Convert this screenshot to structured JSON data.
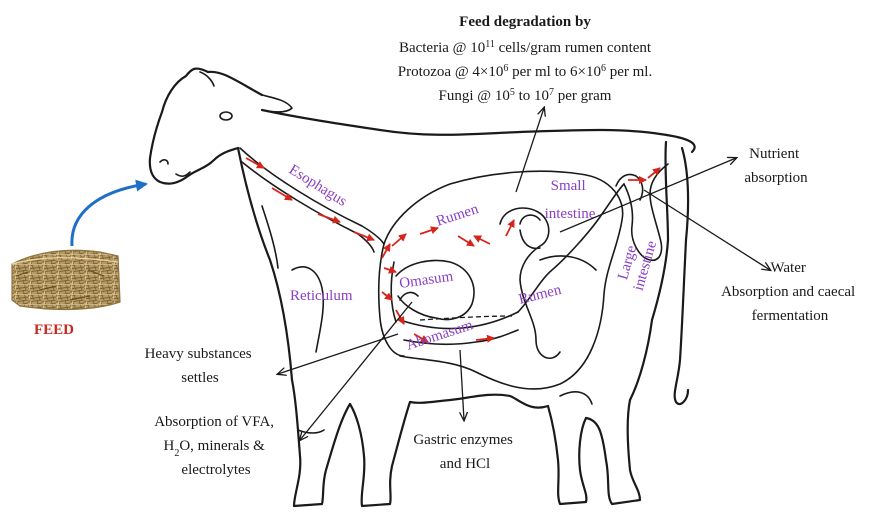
{
  "colors": {
    "organ_labels": "#8a3fc4",
    "flow_arrows": "#d6261c",
    "feed_label": "#c8281e",
    "feed_arrow": "#1f6fc7"
  },
  "feed": {
    "label": "FEED",
    "image": "hay-bale"
  },
  "top_note": {
    "title": "Feed degradation by",
    "bacteria": {
      "pre": "Bacteria @ 10",
      "sup": "11",
      "post": " cells/gram rumen content"
    },
    "protozoa": {
      "pre": "Protozoa @ 4×10",
      "sup1": "6",
      "mid": " per ml to 6×10",
      "sup2": "6",
      "post": " per ml."
    },
    "fungi": {
      "pre": "Fungi @ 10",
      "sup1": "5",
      "mid": " to 10",
      "sup2": "7",
      "post": " per gram"
    }
  },
  "organs": {
    "esophagus": "Esophagus",
    "rumen_upper": "Rumen",
    "rumen_lower": "Rumen",
    "reticulum": "Reticulum",
    "omasum": "Omasum",
    "abomasum": "Abomasum",
    "small_intestine": {
      "line1": "Small",
      "line2": "intestine"
    },
    "large_intestine": {
      "line1": "Large",
      "line2": "intestine"
    }
  },
  "annotations": {
    "nutrient": {
      "line1": "Nutrient",
      "line2": "absorption"
    },
    "water": {
      "line1": "Water",
      "line2": "Absorption and caecal",
      "line3": "fermentation"
    },
    "heavy": {
      "line1": "Heavy substances",
      "line2": "settles"
    },
    "vfa": {
      "line1": "Absorption of VFA,",
      "line2_pre": "H",
      "line2_sub": "2",
      "line2_post": "O, minerals &",
      "line3": "electrolytes"
    },
    "gastric": {
      "line1": "Gastric enzymes",
      "line2": "and HCl"
    }
  }
}
